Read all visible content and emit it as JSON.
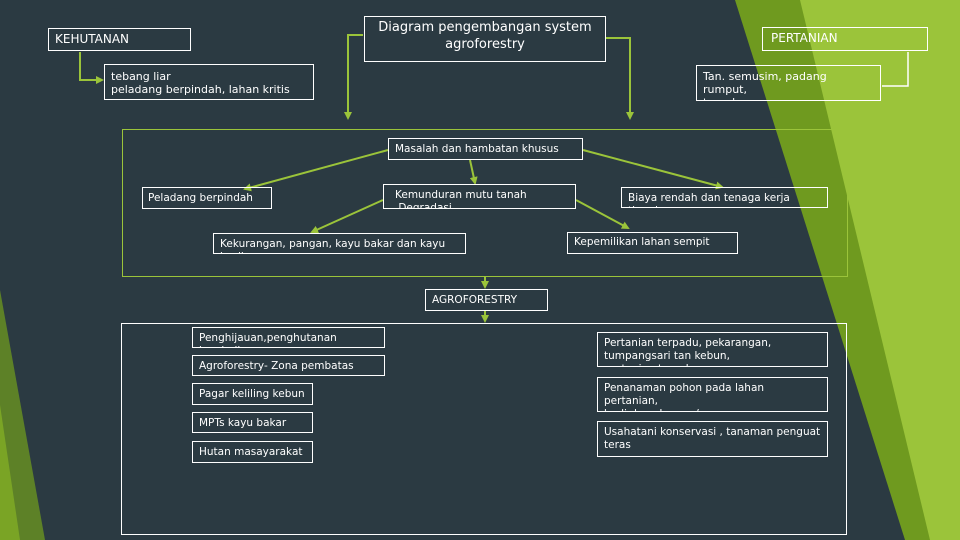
{
  "title": "Diagram pengembangan system\nagroforestry",
  "kehutanan": {
    "label": "KEHUTANAN",
    "desc": "tebang liar\npeladang berpindah, lahan kritis"
  },
  "pertanian": {
    "label": "PERTANIAN",
    "desc": "Tan. semusim, padang rumput,\nternak"
  },
  "masalah": {
    "header": "Masalah dan hambatan khusus",
    "items": {
      "peladang": "Peladang berpindah",
      "kemunduran": "Kemunduran mutu tanah ,Degradasi",
      "biaya": "Biaya rendah dan tenaga kerja tinggi",
      "kekurangan": "Kekurangan, pangan, kayu bakar dan kayu kecil",
      "kepemilikan": "Kepemilikan lahan sempit"
    }
  },
  "agroforestry": "AGROFORESTRY",
  "left_list": [
    "Penghijauan,penghutanan kembali",
    "Agroforestry- Zona pembatas",
    "Pagar keliling kebun",
    "MPTs kayu bakar",
    "Hutan masayarakat"
  ],
  "right_list": [
    "Pertanian terpadu, pekarangan,\ntumpangsari tan kebun, pertanian,ternak",
    "Penanaman pohon pada lahan pertanian,\nbudi daya Lorong/pagar",
    "Usahatani konservasi , tanaman penguat\nteras"
  ],
  "colors": {
    "background": "#2b3a42",
    "green_light": "#9bc43a",
    "green_dark": "#6f9a1f",
    "arrow": "#9bc43a",
    "text": "#ffffff"
  }
}
